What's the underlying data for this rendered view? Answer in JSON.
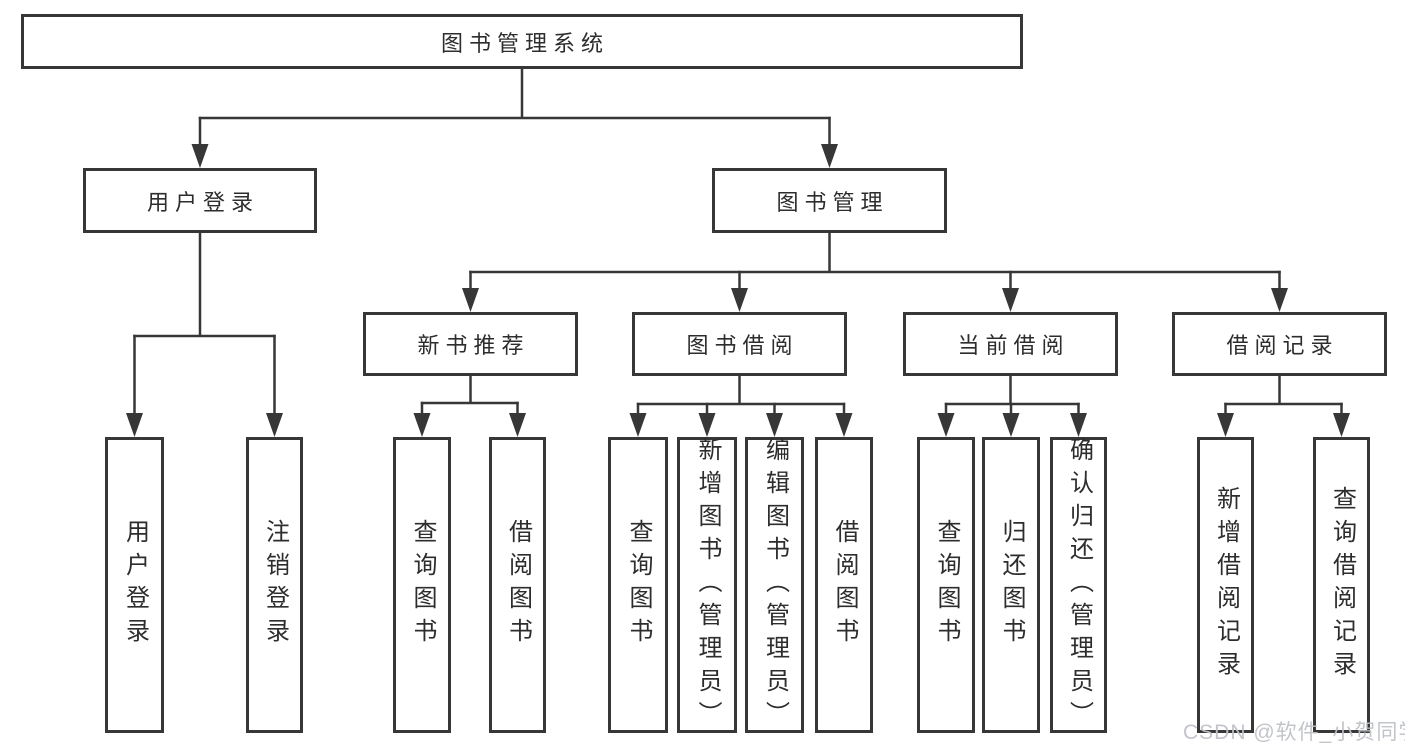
{
  "tree": {
    "label": "图书管理系统",
    "children": [
      {
        "label": "用户登录",
        "children": [
          {
            "label": "用户登录"
          },
          {
            "label": "注销登录"
          }
        ]
      },
      {
        "label": "图书管理",
        "children": [
          {
            "label": "新书推荐",
            "children": [
              {
                "label": "查询图书"
              },
              {
                "label": "借阅图书"
              }
            ]
          },
          {
            "label": "图书借阅",
            "children": [
              {
                "label": "查询图书"
              },
              {
                "label": "新增图书（管理员）"
              },
              {
                "label": "编辑图书（管理员）"
              },
              {
                "label": "借阅图书"
              }
            ]
          },
          {
            "label": "当前借阅",
            "children": [
              {
                "label": "查询图书"
              },
              {
                "label": "归还图书"
              },
              {
                "label": "确认归还（管理员）"
              }
            ]
          },
          {
            "label": "借阅记录",
            "children": [
              {
                "label": "新增借阅记录"
              },
              {
                "label": "查询借阅记录"
              }
            ]
          }
        ]
      }
    ]
  },
  "watermark": "CSDN @软件_小贺同学",
  "colors": {
    "line": "#373737",
    "text": "#2d2d2d",
    "box_background": "#ffffff",
    "watermark": "#bec2c8"
  }
}
